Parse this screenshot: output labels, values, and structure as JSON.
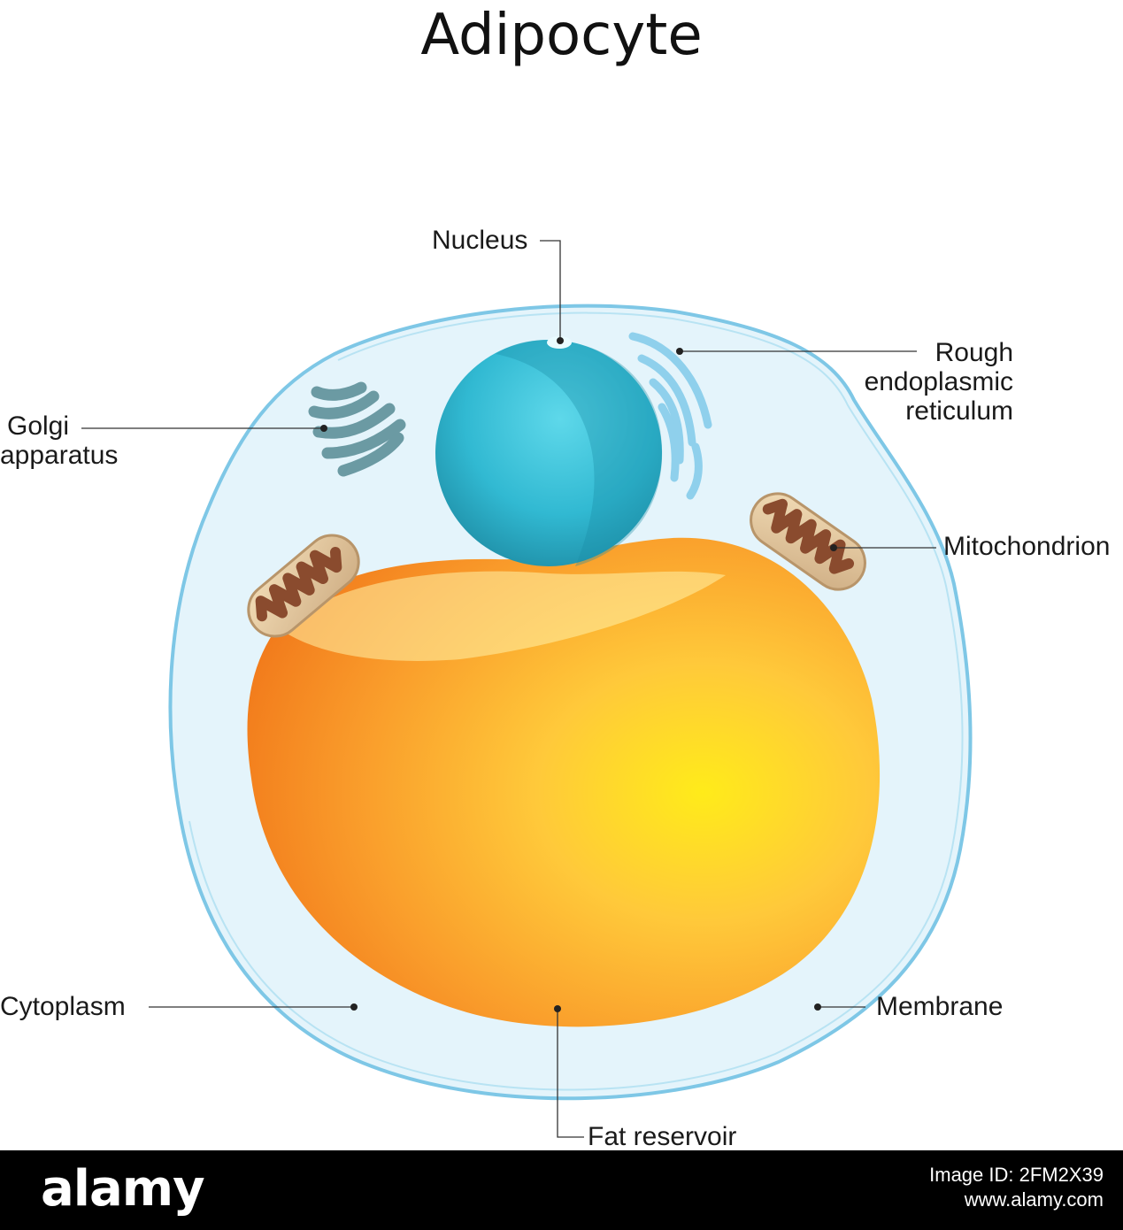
{
  "title": "Adipocyte",
  "labels": {
    "nucleus": "Nucleus",
    "rough_er": [
      "Rough",
      "endoplasmic",
      "reticulum"
    ],
    "golgi": [
      "Golgi",
      "apparatus"
    ],
    "mitochondrion": "Mitochondrion",
    "cytoplasm": "Cytoplasm",
    "membrane": "Membrane",
    "fat_reservoir": "Fat reservoir"
  },
  "footer": {
    "brand": "alamy",
    "image_id": "Image ID: 2FM2X39",
    "site": "www.alamy.com"
  },
  "colors": {
    "cytoplasm": "#e4f4fb",
    "membrane": "#7ec7e6",
    "nucleus": "#3fc3dc",
    "fat_light": "#ffd94a",
    "fat_dark": "#f58b1f",
    "mitochondrion_outer": "#e8cfa8",
    "mitochondrion_inner": "#8a4b2e",
    "golgi": "#5f8f98",
    "rough_er": "#8fd0ec"
  }
}
